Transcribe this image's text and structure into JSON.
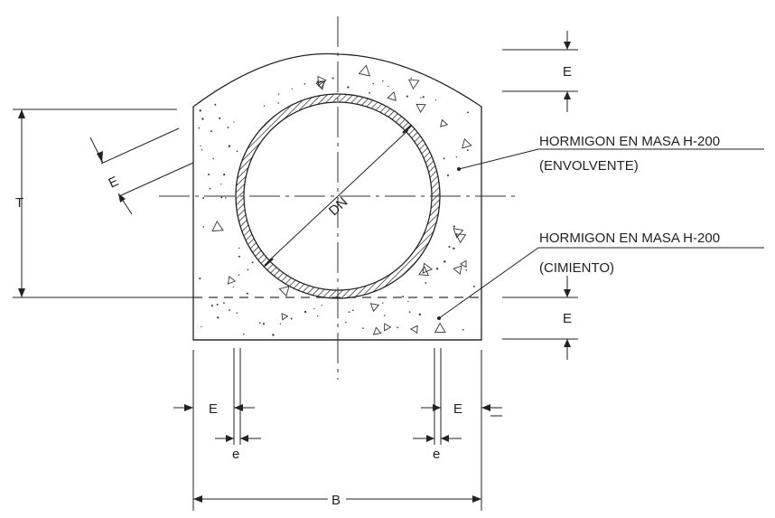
{
  "labels": {
    "dn": "DN",
    "t": "T",
    "b": "B",
    "e_top": "E",
    "e_left": "E",
    "e_bottom": "E",
    "e_side_left": "E",
    "e_side_right": "E",
    "e_small_left": "e",
    "e_small_right": "e"
  },
  "callouts": {
    "envelope_line1": "HORMIGON EN MASA H-200",
    "envelope_line2": "(ENVOLVENTE)",
    "foundation_line1": "HORMIGON EN MASA H-200",
    "foundation_line2": "(CIMIENTO)"
  }
}
